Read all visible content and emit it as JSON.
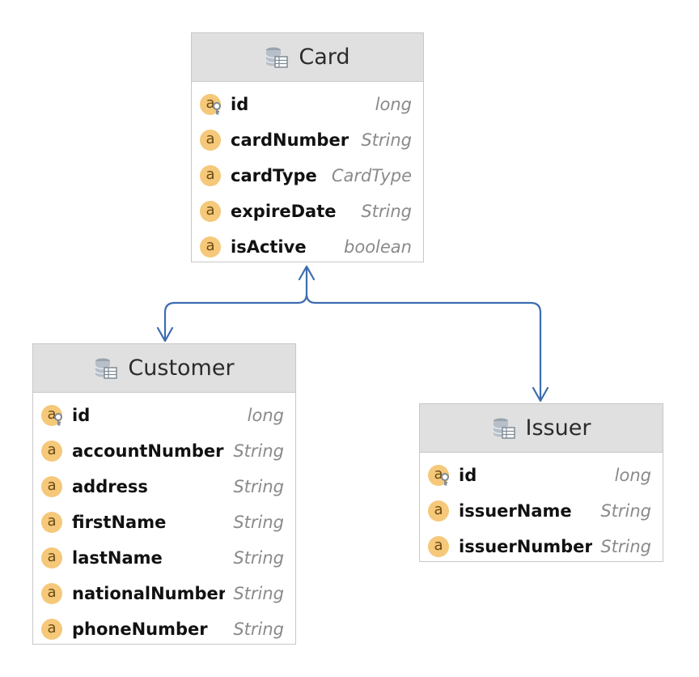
{
  "colors": {
    "header_bg": "#e0e0e0",
    "border": "#c8c8c8",
    "attr_icon": "#f5c87a",
    "connector": "#3d6db0",
    "type_text": "#8a8a8a"
  },
  "entities": {
    "card": {
      "title": "Card",
      "icon": "database-table-icon",
      "attributes": [
        {
          "icon": "primary-key-attribute-icon",
          "letter": "a",
          "name": "id",
          "type": "long"
        },
        {
          "icon": "attribute-icon",
          "letter": "a",
          "name": "cardNumber",
          "type": "String"
        },
        {
          "icon": "attribute-icon",
          "letter": "a",
          "name": "cardType",
          "type": "CardType"
        },
        {
          "icon": "attribute-icon",
          "letter": "a",
          "name": "expireDate",
          "type": "String"
        },
        {
          "icon": "attribute-icon",
          "letter": "a",
          "name": "isActive",
          "type": "boolean"
        }
      ]
    },
    "customer": {
      "title": "Customer",
      "icon": "database-table-icon",
      "attributes": [
        {
          "icon": "primary-key-attribute-icon",
          "letter": "a",
          "name": "id",
          "type": "long"
        },
        {
          "icon": "attribute-icon",
          "letter": "a",
          "name": "accountNumber",
          "type": "String"
        },
        {
          "icon": "attribute-icon",
          "letter": "a",
          "name": "address",
          "type": "String"
        },
        {
          "icon": "attribute-icon",
          "letter": "a",
          "name": "firstName",
          "type": "String"
        },
        {
          "icon": "attribute-icon",
          "letter": "a",
          "name": "lastName",
          "type": "String"
        },
        {
          "icon": "attribute-icon",
          "letter": "a",
          "name": "nationalNumber",
          "type": "String"
        },
        {
          "icon": "attribute-icon",
          "letter": "a",
          "name": "phoneNumber",
          "type": "String"
        }
      ]
    },
    "issuer": {
      "title": "Issuer",
      "icon": "database-table-icon",
      "attributes": [
        {
          "icon": "primary-key-attribute-icon",
          "letter": "a",
          "name": "id",
          "type": "long"
        },
        {
          "icon": "attribute-icon",
          "letter": "a",
          "name": "issuerName",
          "type": "String"
        },
        {
          "icon": "attribute-icon",
          "letter": "a",
          "name": "issuerNumber",
          "type": "String"
        }
      ]
    }
  },
  "relationships": [
    {
      "from": "Card",
      "to": "Customer",
      "navigability": "bidirectional"
    },
    {
      "from": "Card",
      "to": "Issuer",
      "navigability": "to-issuer"
    }
  ]
}
